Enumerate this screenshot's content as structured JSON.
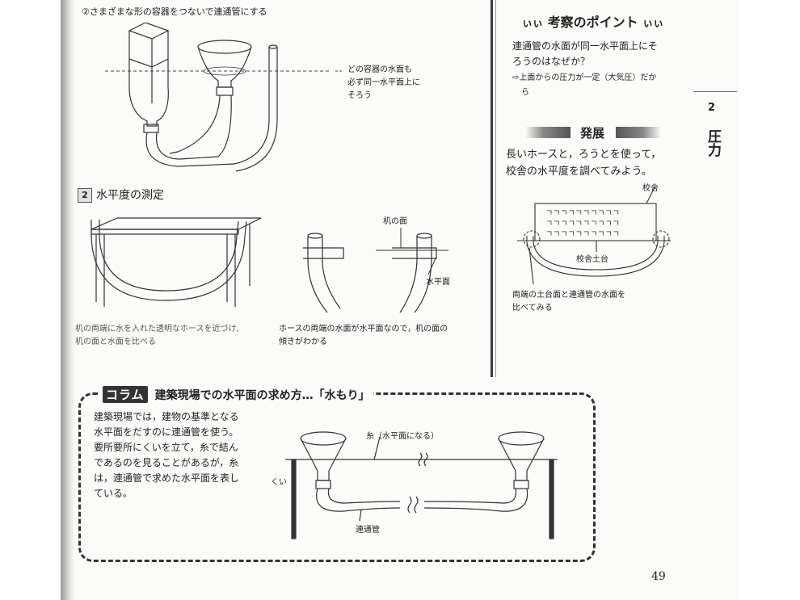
{
  "left": {
    "caption_top": "②さまざまな形の容器をつないで連通管にする",
    "callout_top": [
      "どの容器の水面も",
      "必ず同一水平面上に",
      "そろう"
    ],
    "section2": {
      "number": "2",
      "title": "水平度の測定"
    },
    "label_desk_surface": "机の面",
    "label_water_level": "水平面",
    "caption_desk": [
      "机の両端に水を入れた透明なホースを近づけ,",
      "机の面と水面を比べる"
    ],
    "caption_hose": [
      "ホースの両端の水面が水平面なので，机の面の",
      "傾きがわかる"
    ]
  },
  "column": {
    "badge": "コラム",
    "title": "建築現場での水平面の求め方…「水もり」",
    "body": [
      "建築現場では，建物の基準となる",
      "水平面をだすのに連通管を使う。",
      "要所要所にくいを立て，糸で結ん",
      "であるのを見ることがあるが，糸",
      "は，連通管で求めた水平面を表し",
      "ている。"
    ],
    "label_string": "糸（水平面になる）",
    "label_stake": "くい",
    "label_tube": "連通管"
  },
  "right": {
    "point_title": "考察のポイント",
    "point_question": [
      "連通管の水面が同一水平面上にそ",
      "ろうのはなぜか？"
    ],
    "point_answer": [
      "⇨上面からの圧力が一定（大気圧）だか",
      "ら"
    ],
    "develop_title": "発展",
    "develop_text": [
      "長いホースと，ろうとを使って，",
      "校舎の水平度を調べてみよう。"
    ],
    "label_school": "校舎",
    "label_foundation": "校舎土台",
    "caption_compare": [
      "両端の土台面と連通管の水面を",
      "比べてみる"
    ]
  },
  "margin_tab": {
    "chapter_number": "2",
    "chapter_title": "圧力"
  },
  "page_number": "49"
}
